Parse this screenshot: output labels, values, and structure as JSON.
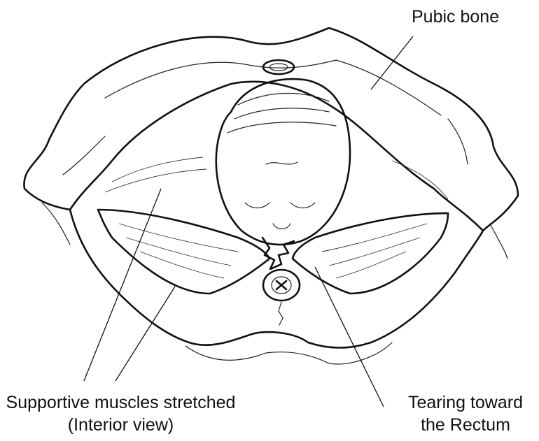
{
  "labels": {
    "pubic_bone": "Pubic bone",
    "supportive_line1": "Supportive muscles stretched",
    "supportive_line2": "(Interior view)",
    "tearing_line1": "Tearing toward",
    "tearing_line2": "the Rectum"
  }
}
